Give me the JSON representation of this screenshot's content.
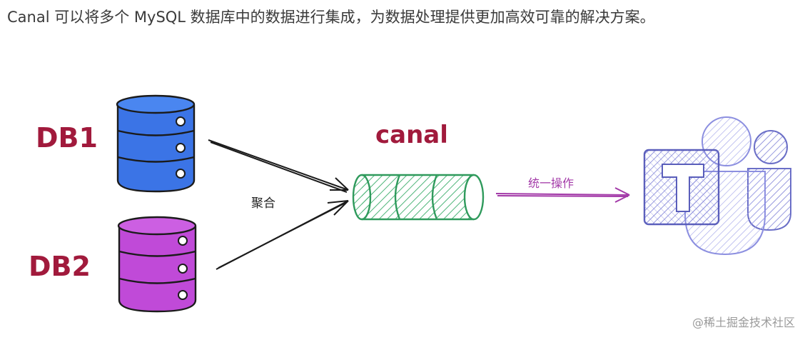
{
  "intro_text": "Canal 可以将多个 MySQL 数据库中的数据进行集成，为数据处理提供更加高效可靠的解决方案。",
  "labels": {
    "db1": "DB1",
    "db2": "DB2",
    "canal": "canal",
    "aggregate": "聚合",
    "unified": "统一操作",
    "teams_letter": "T"
  },
  "watermark": "@稀土掘金技术社区",
  "colors": {
    "db1": "#3b74e6",
    "db2": "#c04ad8",
    "canal": "#2f9a5c",
    "teams": "#6b6fc7",
    "label_red": "#a11a3c",
    "unified_arrow": "#a33aa8"
  }
}
